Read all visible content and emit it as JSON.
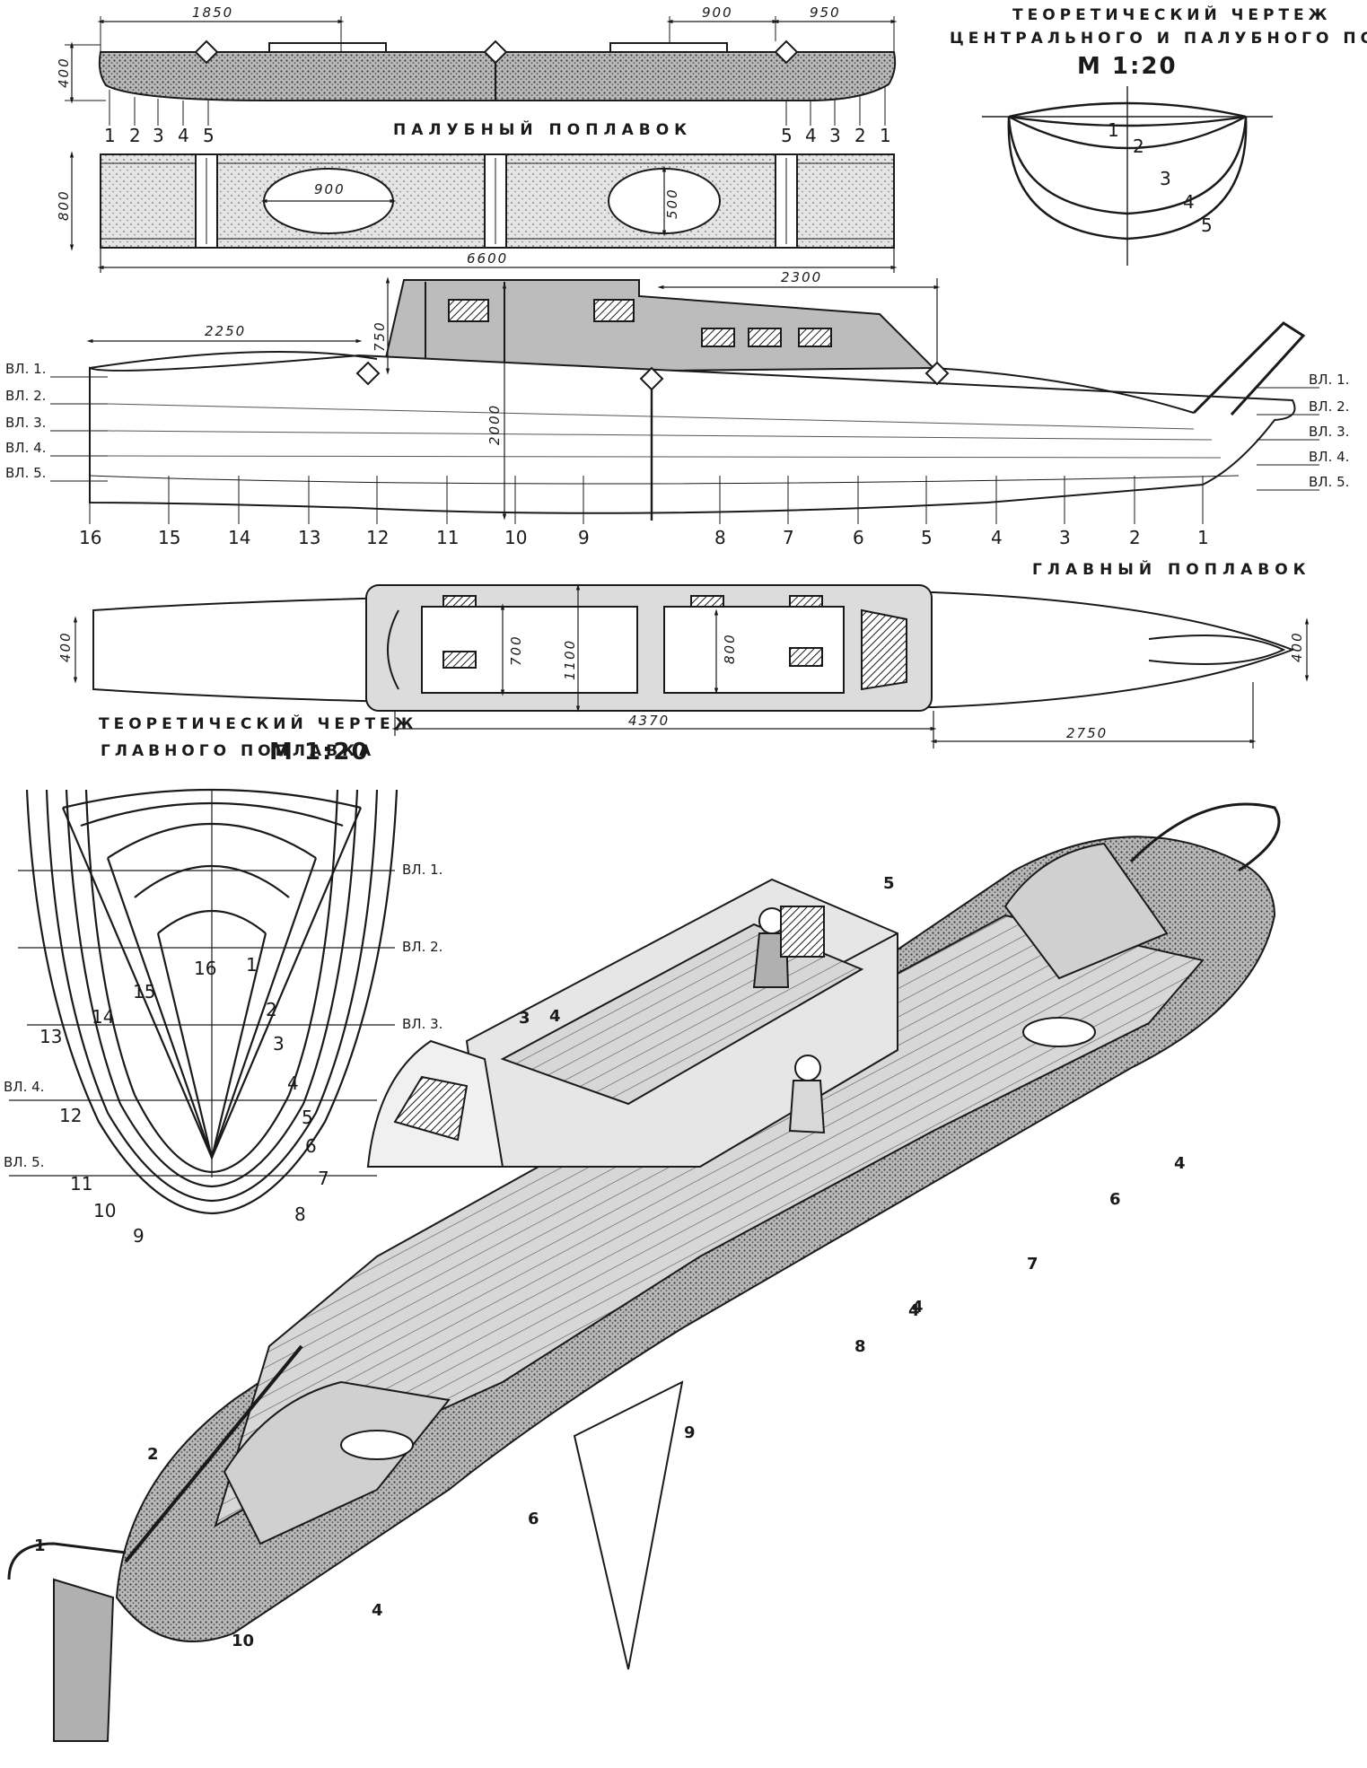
{
  "float_drawing": {
    "title_line1": "ТЕОРЕТИЧЕСКИЙ ЧЕРТЕЖ",
    "title_line2": "ЦЕНТРАЛЬНОГО И ПАЛУБНОГО ПОПЛАВКОВ",
    "scale": "М 1:20",
    "section_labels": [
      "1",
      "2",
      "3",
      "4",
      "5"
    ]
  },
  "deck_float": {
    "caption": "ПАЛУБНЫЙ ПОПЛАВОК",
    "dims": {
      "len_1850": "1850",
      "len_900_top": "900",
      "len_950": "950",
      "height_400": "400",
      "width_800": "800",
      "hatch_900": "900",
      "hatch_500": "500",
      "total_6600": "6600"
    },
    "frame_labels_left": [
      "1",
      "2",
      "3",
      "4",
      "5"
    ],
    "frame_labels_right": [
      "5",
      "4",
      "3",
      "2",
      "1"
    ]
  },
  "main_float": {
    "caption": "ГЛАВНЫЙ ПОПЛАВОК",
    "dims": {
      "cabin_2300": "2300",
      "cabin_h_750": "750",
      "bow_2250": "2250",
      "height_2000": "2000",
      "width_1100": "1100",
      "cockpit_700": "700",
      "cockpit_800": "800",
      "beam_400_left": "400",
      "beam_400_right": "400",
      "len_4370": "4370",
      "len_2750": "2750"
    },
    "waterlines_left": [
      "ВЛ. 1.",
      "ВЛ. 2.",
      "ВЛ. 3.",
      "ВЛ. 4.",
      "ВЛ. 5."
    ],
    "waterlines_right": [
      "ВЛ. 1.",
      "ВЛ. 2.",
      "ВЛ. 3.",
      "ВЛ. 4.",
      "ВЛ. 5."
    ],
    "stations": [
      "16",
      "15",
      "14",
      "13",
      "12",
      "11",
      "10",
      "9",
      "8",
      "7",
      "6",
      "5",
      "4",
      "3",
      "2",
      "1"
    ]
  },
  "body_plan": {
    "title_line1": "ТЕОРЕТИЧЕСКИЙ ЧЕРТЕЖ",
    "title_line2": "ГЛАВНОГО ПОПЛАВКА",
    "scale": "М 1:20",
    "waterlines": [
      "ВЛ. 1.",
      "ВЛ. 2.",
      "ВЛ. 3.",
      "ВЛ. 4.",
      "ВЛ. 5."
    ],
    "section_labels": [
      "16",
      "1",
      "15",
      "2",
      "14",
      "13",
      "3",
      "4",
      "12",
      "5",
      "6",
      "11",
      "7",
      "10",
      "8",
      "9"
    ]
  },
  "cutaway": {
    "callouts": [
      "1",
      "2",
      "3",
      "4",
      "5",
      "4",
      "4",
      "6",
      "7",
      "8",
      "4",
      "9",
      "6",
      "4",
      "10"
    ]
  },
  "colors": {
    "ink": "#1a1a1a",
    "paper": "#ffffff",
    "shade": "#8a8a8a"
  }
}
